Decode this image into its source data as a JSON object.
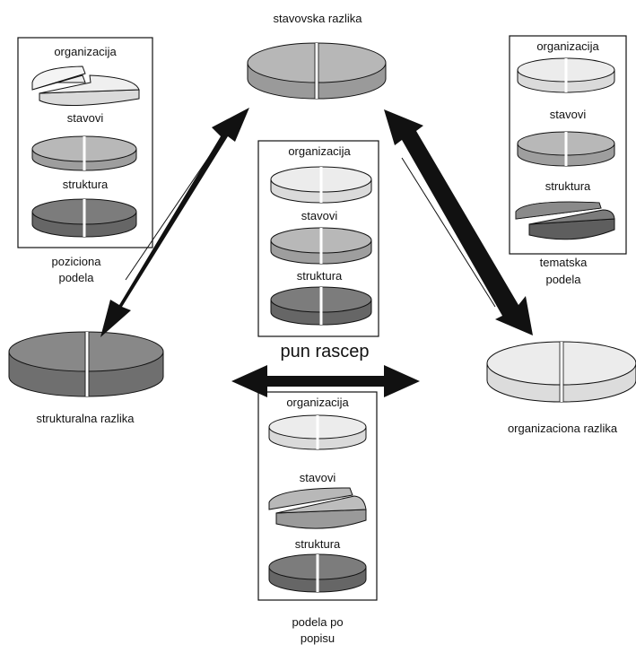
{
  "corners": {
    "top": "stavovska razlika",
    "left": "strukturalna razlika",
    "right": "organizaciona razlika"
  },
  "center": {
    "title": "pun rascep"
  },
  "boxes": {
    "pozicional": {
      "caption": [
        "poziciona",
        "podela"
      ],
      "labels": [
        "organizacija",
        "stavovi",
        "struktura"
      ]
    },
    "tematska": {
      "caption": [
        "tematska",
        "podela"
      ],
      "labels": [
        "organizacija",
        "stavovi",
        "struktura"
      ]
    },
    "center": {
      "labels": [
        "organizacija",
        "stavovi",
        "struktura"
      ]
    },
    "popis": {
      "caption": [
        "podela po",
        "popisu"
      ],
      "labels": [
        "organizacija",
        "stavovi",
        "struktura"
      ]
    }
  },
  "colors": {
    "light": "#ececec",
    "mid": "#b4b4b4",
    "dark": "#7c7c7c",
    "arrow": "#111111"
  }
}
